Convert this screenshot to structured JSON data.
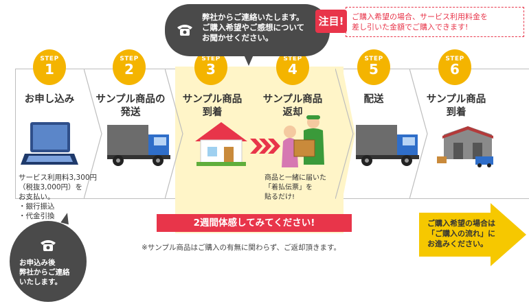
{
  "colors": {
    "step_badge": "#f4b400",
    "highlight": "#fff5c8",
    "accent_red": "#e8354a",
    "bubble_dark": "#4a4a4a",
    "arrow_yellow": "#f6c800"
  },
  "steps": [
    {
      "step_word": "STEP",
      "number": "1",
      "title": "お申し込み",
      "icon": "laptop-icon"
    },
    {
      "step_word": "STEP",
      "number": "2",
      "title": "サンプル商品の\n発送",
      "icon": "truck-icon"
    },
    {
      "step_word": "STEP",
      "number": "3",
      "title": "サンプル商品\n到着",
      "icon": "house-icon"
    },
    {
      "step_word": "STEP",
      "number": "4",
      "title": "サンプル商品\n返却",
      "icon": "delivery-person-icon"
    },
    {
      "step_word": "STEP",
      "number": "5",
      "title": "配送",
      "icon": "truck-icon"
    },
    {
      "step_word": "STEP",
      "number": "6",
      "title": "サンプル商品\n到着",
      "icon": "warehouse-icon"
    }
  ],
  "step1_note": [
    "サービス利用料3,300円",
    "（税抜3,000円）を",
    "お支払い。",
    "・銀行振込",
    "・代金引換"
  ],
  "step4_note": [
    "商品と一緒に届いた",
    "「着払伝票」を",
    "貼るだけ!"
  ],
  "top_bubble": [
    "弊社からご連絡いたします。",
    "ご購入希望やご感想について",
    "お聞かせください。"
  ],
  "attention": {
    "label": "注目!",
    "lines": [
      "ご購入希望の場合、サービス利用料金を",
      "差し引いた金額でご購入できます!"
    ]
  },
  "banner": "2週間体感してみてください!",
  "footnote": "※サンプル商品はご購入の有無に関わらず、ご返却頂きます。",
  "bottom_bubble": [
    "お申込み後",
    "弊社からご連絡",
    "いたします。"
  ],
  "purchase_arrow": [
    "ご購入希望の場合は",
    "「ご購入の流れ」に",
    "お進みください。"
  ]
}
